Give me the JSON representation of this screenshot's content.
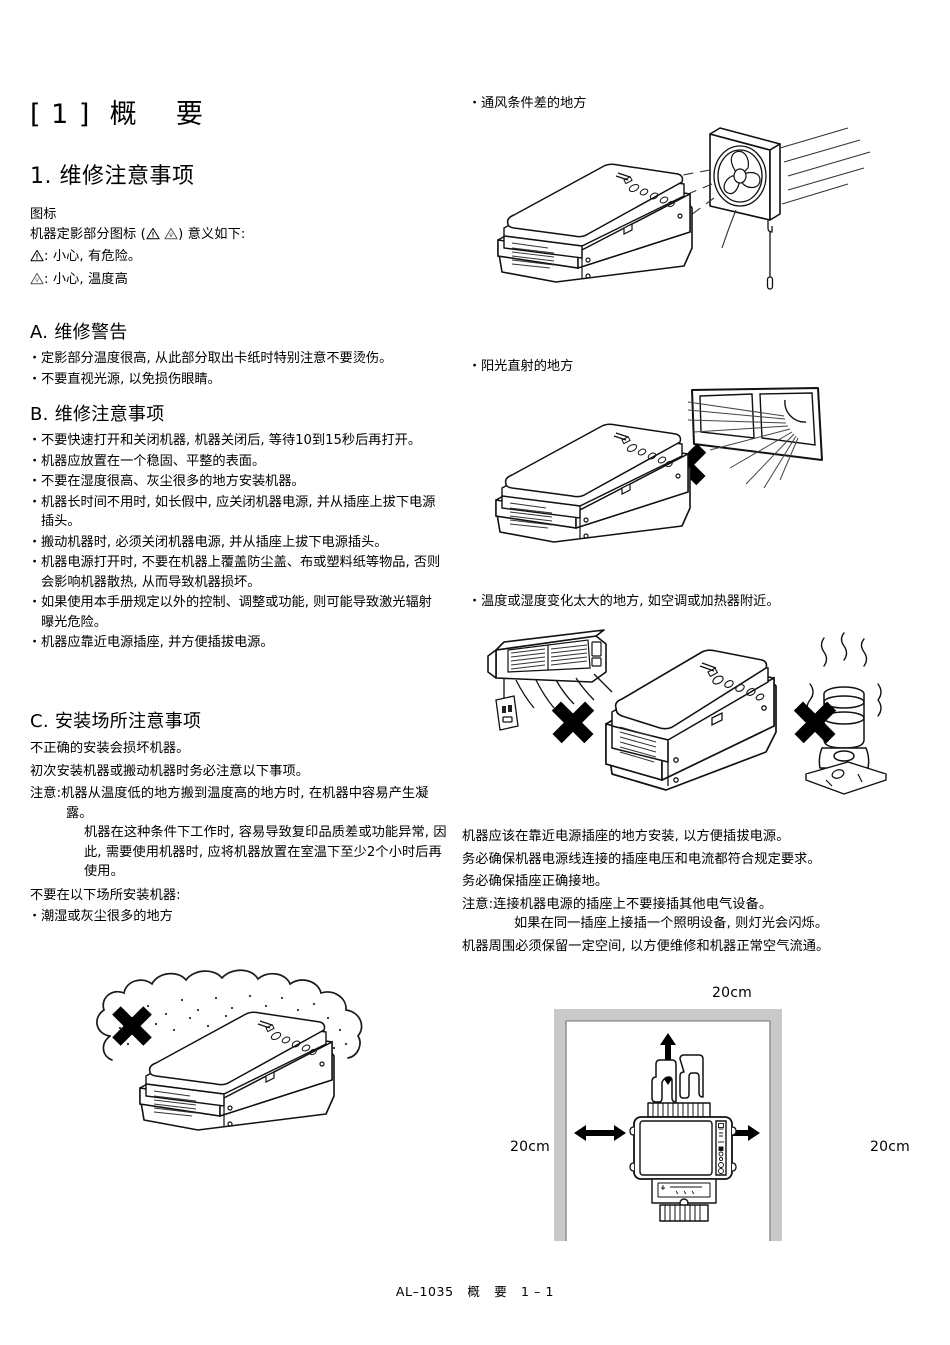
{
  "document": {
    "chapter_heading": "[ 1 ]  概    要",
    "section_heading": "1. 维修注意事项",
    "footer": "AL–1035   概   要   1 – 1"
  },
  "icons_block": {
    "heading": "图标",
    "line_prefix": "机器定影部分图标 (",
    "line_middle": "  ",
    "line_suffix": ") 意义如下:",
    "legend": [
      {
        "icon": "warning-triangle-icon",
        "text": ": 小心, 有危险。"
      },
      {
        "icon": "hot-surface-triangle-icon",
        "text": ": 小心, 温度高"
      }
    ]
  },
  "section_a": {
    "title": "A. 维修警告",
    "items": [
      "定影部分温度很高, 从此部分取出卡纸时特别注意不要烫伤。",
      "不要直视光源, 以免损伤眼睛。"
    ]
  },
  "section_b": {
    "title": "B. 维修注意事项",
    "items": [
      "不要快速打开和关闭机器, 机器关闭后, 等待10到15秒后再打开。",
      "机器应放置在一个稳固、平整的表面。",
      "不要在湿度很高、灰尘很多的地方安装机器。",
      "机器长时间不用时, 如长假中, 应关闭机器电源, 并从插座上拔下电源插头。",
      "搬动机器时, 必须关闭机器电源, 并从插座上拔下电源插头。",
      "机器电源打开时,  不要在机器上覆盖防尘盖、布或塑料纸等物品, 否则会影响机器散热, 从而导致机器损坏。",
      "如果使用本手册规定以外的控制、调整或功能, 则可能导致激光辐射曝光危险。",
      "机器应靠近电源插座, 并方便插拔电源。"
    ]
  },
  "section_c": {
    "title": "C. 安装场所注意事项",
    "line1": "不正确的安装会损坏机器。",
    "line2": "初次安装机器或搬动机器时务必注意以下事项。",
    "note_label": "注意:",
    "note_para1": "机器从温度低的地方搬到温度高的地方时, 在机器中容易产生凝露。",
    "note_para2": "机器在这种条件下工作时, 容易导致复印品质差或功能异常, 因此, 需要使用机器时, 应将机器放置在室温下至少2个小时后再使用。",
    "line3": "不要在以下场所安装机器:",
    "bad_place_1": "潮湿或灰尘很多的地方"
  },
  "right_column": {
    "bad_place_2": "通风条件差的地方",
    "bad_place_3": "阳光直射的地方",
    "bad_place_4": "温度或湿度变化太大的地方, 如空调或加热器附近。",
    "power_notes": [
      "机器应该在靠近电源插座的地方安装, 以方便插拔电源。",
      "务必确保机器电源线连接的插座电压和电流都符合规定要求。",
      "务必确保插座正确接地。"
    ],
    "outlet_note_label": "注意:",
    "outlet_note_line1": "连接机器电源的插座上不要接插其他电气设备。",
    "outlet_note_line2": "如果在同一插座上接插一个照明设备, 则灯光会闪烁。",
    "clearance_intro": "机器周围必须保留一定空间, 以方便维修和机器正常空气流通。"
  },
  "spacing_diagram": {
    "label_top": "20cm",
    "label_left": "20cm",
    "label_right": "20cm",
    "wall_color": "#c9c9c9"
  },
  "figures": {
    "dust_cloud": "dust-cloud-figure",
    "ventilation_fan": "ventilation-fan-figure",
    "direct_sunlight": "direct-sunlight-figure",
    "ac_heater": "air-conditioner-heater-figure",
    "clearance": "machine-clearance-figure"
  }
}
